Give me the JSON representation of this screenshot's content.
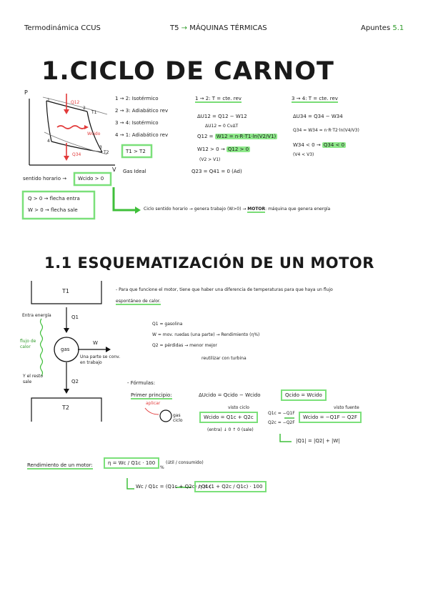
{
  "header": {
    "left": "Termodinámica CCUS",
    "center_num": "T5",
    "center_title": "MÁQUINAS TÉRMICAS",
    "right_label": "Apuntes",
    "right_num": "5.1"
  },
  "carnot": {
    "title": "1.CICLO DE CARNOT",
    "axis_p": "P",
    "axis_v": "V",
    "diagram_labels": {
      "q12": "Q12",
      "t1": "T1",
      "t2": "T2",
      "w": "Wcido",
      "q34": "Q34",
      "n1": "1",
      "n2": "2",
      "n3": "3",
      "n4": "4"
    },
    "steps": [
      "1 → 2: Isotérmico",
      "2 → 3: Adiabático rev",
      "3 → 4: Isotérmico",
      "4 → 1: Adiabático rev"
    ],
    "t_compare": "T1 > T2",
    "gas_ideal": "Gas Ideal",
    "col2": {
      "head": "1 → 2: T = cte. rev",
      "l1": "ΔU12 = Q12 − W12",
      "l2": "ΔU12 = 0 CvΔT",
      "l3a": "Q12 = ",
      "l3b": "W12 = n·R·T1·ln(V2/V1)",
      "l4a": "W12 > 0 → ",
      "l4b": "Q12 > 0",
      "l5": "(V2 > V1)",
      "l6": "Q23 = Q41 = 0 (Ad)"
    },
    "col3": {
      "head": "3 → 4: T = cte. rev",
      "l1": "ΔU34 = Q34 − W34",
      "l2": "Q34 = W34 = n·R·T2·ln(V4/V3)",
      "l3a": "W34 < 0 → ",
      "l3b": "Q34 < 0",
      "l4": "(V4 < V3)"
    },
    "sentido": "sentido horario →",
    "w_cycle": "Wcido > 0",
    "legend": [
      "Q > 0 → flecha entra",
      "W > 0 → flecha sale"
    ],
    "conclusion_a": "Ciclo sentido horario → genera trabajo (W>0) → ",
    "conclusion_b": "MOTOR",
    "conclusion_c": ": máquina que genera energía"
  },
  "motor": {
    "title": "1.1 ESQUEMATIZACIÓN DE UN MOTOR",
    "t1": "T1",
    "t2": "T2",
    "q1": "Q1",
    "q2": "Q2",
    "w": "W",
    "gas": "gas",
    "entra": "Entra energía",
    "flujo": "flujo de calor",
    "sale": "Y el resto sale",
    "parte": "Una parte se conv. en trabajo",
    "intro_1": "- Para que funcione el motor, tiene que haber una diferencia de temperaturas para que haya un flujo",
    "intro_2": "espontáneo de calor.",
    "ex1": "Q1 = gasolina",
    "ex2": "W = mov. ruedas (una parte) → Rendimiento (η%)",
    "ex3": "Q2 = pérdidas → menor mejor",
    "ex4": "reutilizar con turbina",
    "formulas": "- Fórmulas:",
    "primer": "Primer principio:",
    "f1": "ΔUcido = Qcido − Wcido",
    "f1box": "Qcido = Wcido",
    "aplicar": "aplicar",
    "gas_ciclo": "gas ciclo",
    "visto_ciclo": "visto ciclo",
    "f2box": "Wcido = Q1c + Q2c",
    "entra_sale": "(entra) ↓ 0   ↑ 0 (sale)",
    "f3a": "Q1c = −Q1F",
    "f3b": "Q2c = −Q2F",
    "visto_fuente": "visto fuente",
    "f4box": "Wcido = −Q1F − Q2F",
    "f5": "|Q1| = |Q2| + |W|",
    "rend_label": "Rendimiento de un motor:",
    "rend_box": "η = Wc / Q1c · 100",
    "rend_pct": "%",
    "rend_note": "(útil / consumido)",
    "rend2": "Wc / Q1c = (Q1c + Q2c) / Q1c",
    "rend_box2": "η = (1 + Q2c / Q1c) · 100"
  }
}
